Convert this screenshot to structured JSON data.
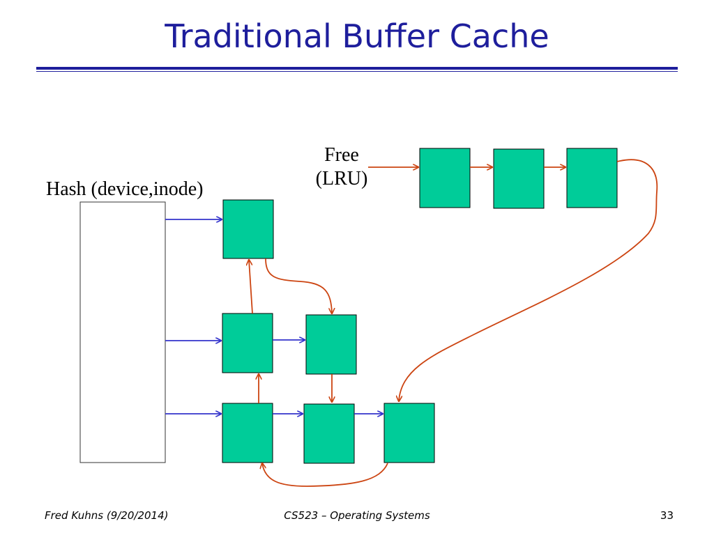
{
  "slide": {
    "title": "Traditional Buffer Cache"
  },
  "diagram": {
    "free_label_line1": "Free",
    "free_label_line2": "(LRU)",
    "hash_label": "Hash (device,inode)",
    "colors": {
      "title": "#1e1e9c",
      "buffer_fill": "#00cc99",
      "hash_arrow": "#3333cc",
      "lru_arrow": "#cc4411"
    }
  },
  "footer": {
    "author": "Fred Kuhns (9/20/2014)",
    "course": "CS523 – Operating Systems",
    "page": "33"
  }
}
